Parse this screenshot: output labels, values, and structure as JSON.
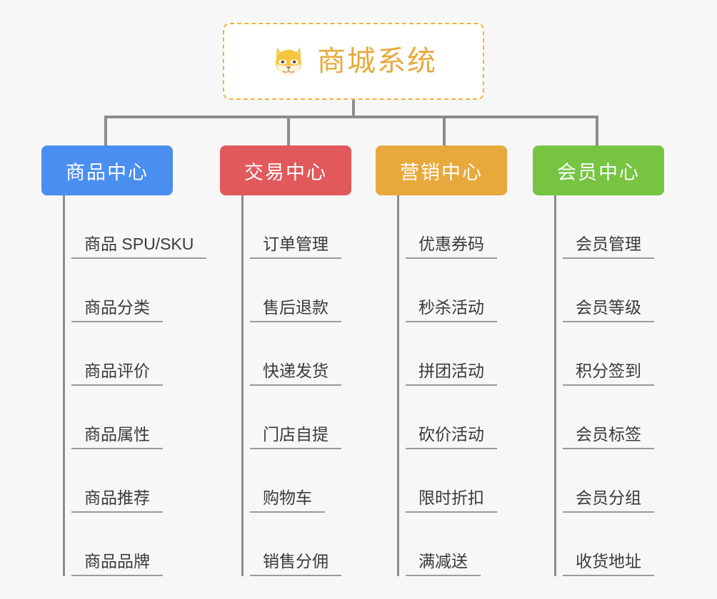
{
  "background_color": "#f7f7f7",
  "root": {
    "title": "商城系统",
    "icon": "shiba-dog-emoji",
    "text_color": "#e8a93c",
    "border_color": "#f0b33d",
    "fill_color": "#ffffff"
  },
  "connector_color": "#8d8d8d",
  "columns": [
    {
      "label": "商品中心",
      "color": "#4a8ef0",
      "items": [
        "商品 SPU/SKU",
        "商品分类",
        "商品评价",
        "商品属性",
        "商品推荐",
        "商品品牌"
      ]
    },
    {
      "label": "交易中心",
      "color": "#e2595b",
      "items": [
        "订单管理",
        "售后退款",
        "快递发货",
        "门店自提",
        "购物车",
        "销售分佣"
      ]
    },
    {
      "label": "营销中心",
      "color": "#e8a93c",
      "items": [
        "优惠券码",
        "秒杀活动",
        "拼团活动",
        "砍价活动",
        "限时折扣",
        "满减送"
      ]
    },
    {
      "label": "会员中心",
      "color": "#76c442",
      "items": [
        "会员管理",
        "会员等级",
        "积分签到",
        "会员标签",
        "会员分组",
        "收货地址"
      ]
    }
  ]
}
